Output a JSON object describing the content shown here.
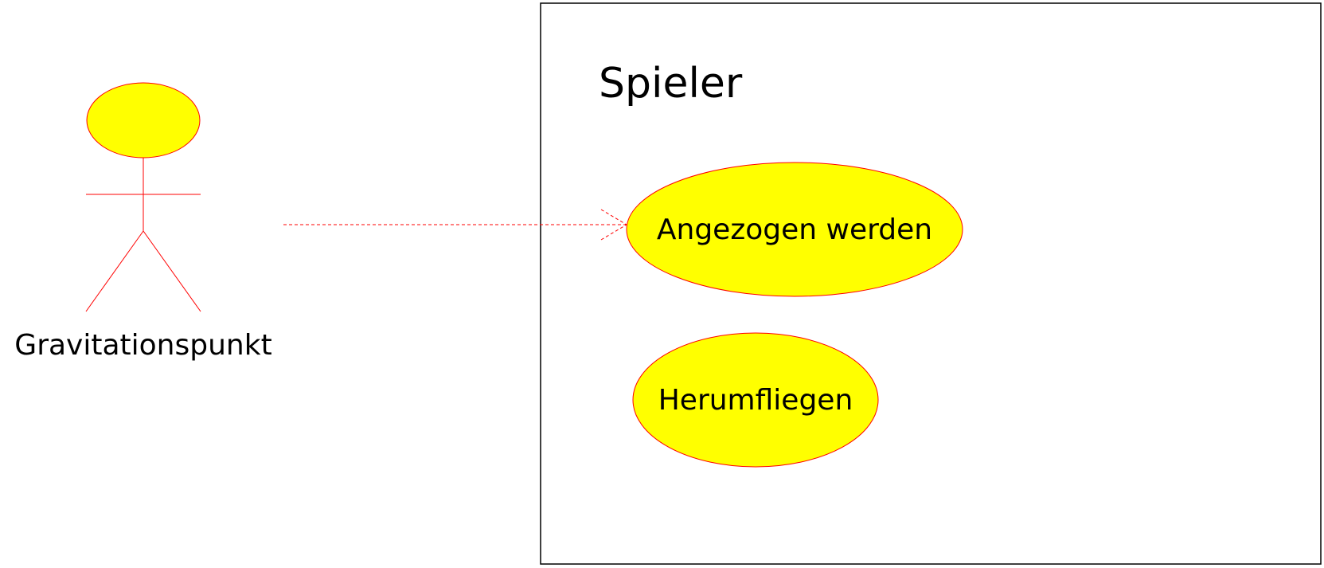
{
  "colors": {
    "background": "#ffffff",
    "stroke": "#ff0000",
    "fill": "#ffff00",
    "system_border": "#000000",
    "text": "#000000"
  },
  "system": {
    "title": "Spieler"
  },
  "actor": {
    "name": "Gravitationspunkt"
  },
  "use_cases": [
    {
      "label": "Angezogen werden"
    },
    {
      "label": "Herumfliegen"
    }
  ],
  "relationships": [
    {
      "from": "Gravitationspunkt",
      "to": "Angezogen werden",
      "style": "dashed-open-arrow"
    }
  ]
}
